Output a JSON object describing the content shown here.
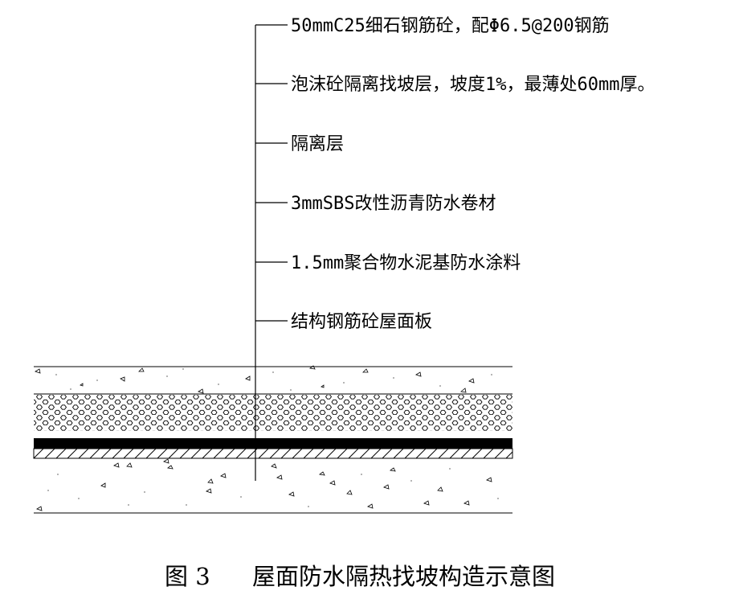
{
  "layers": [
    "50mmC25细石钢筋砼，配Φ6.5@200钢筋",
    "泡沫砼隔离找坡层，坡度1%，最薄处60mm厚。",
    "隔离层",
    "3mmSBS改性沥青防水卷材",
    "1.5mm聚合物水泥基防水涂料",
    "结构钢筋砼屋面板"
  ],
  "caption": {
    "number": "图 3",
    "title": "屋面防水隔热找坡构造示意图"
  }
}
